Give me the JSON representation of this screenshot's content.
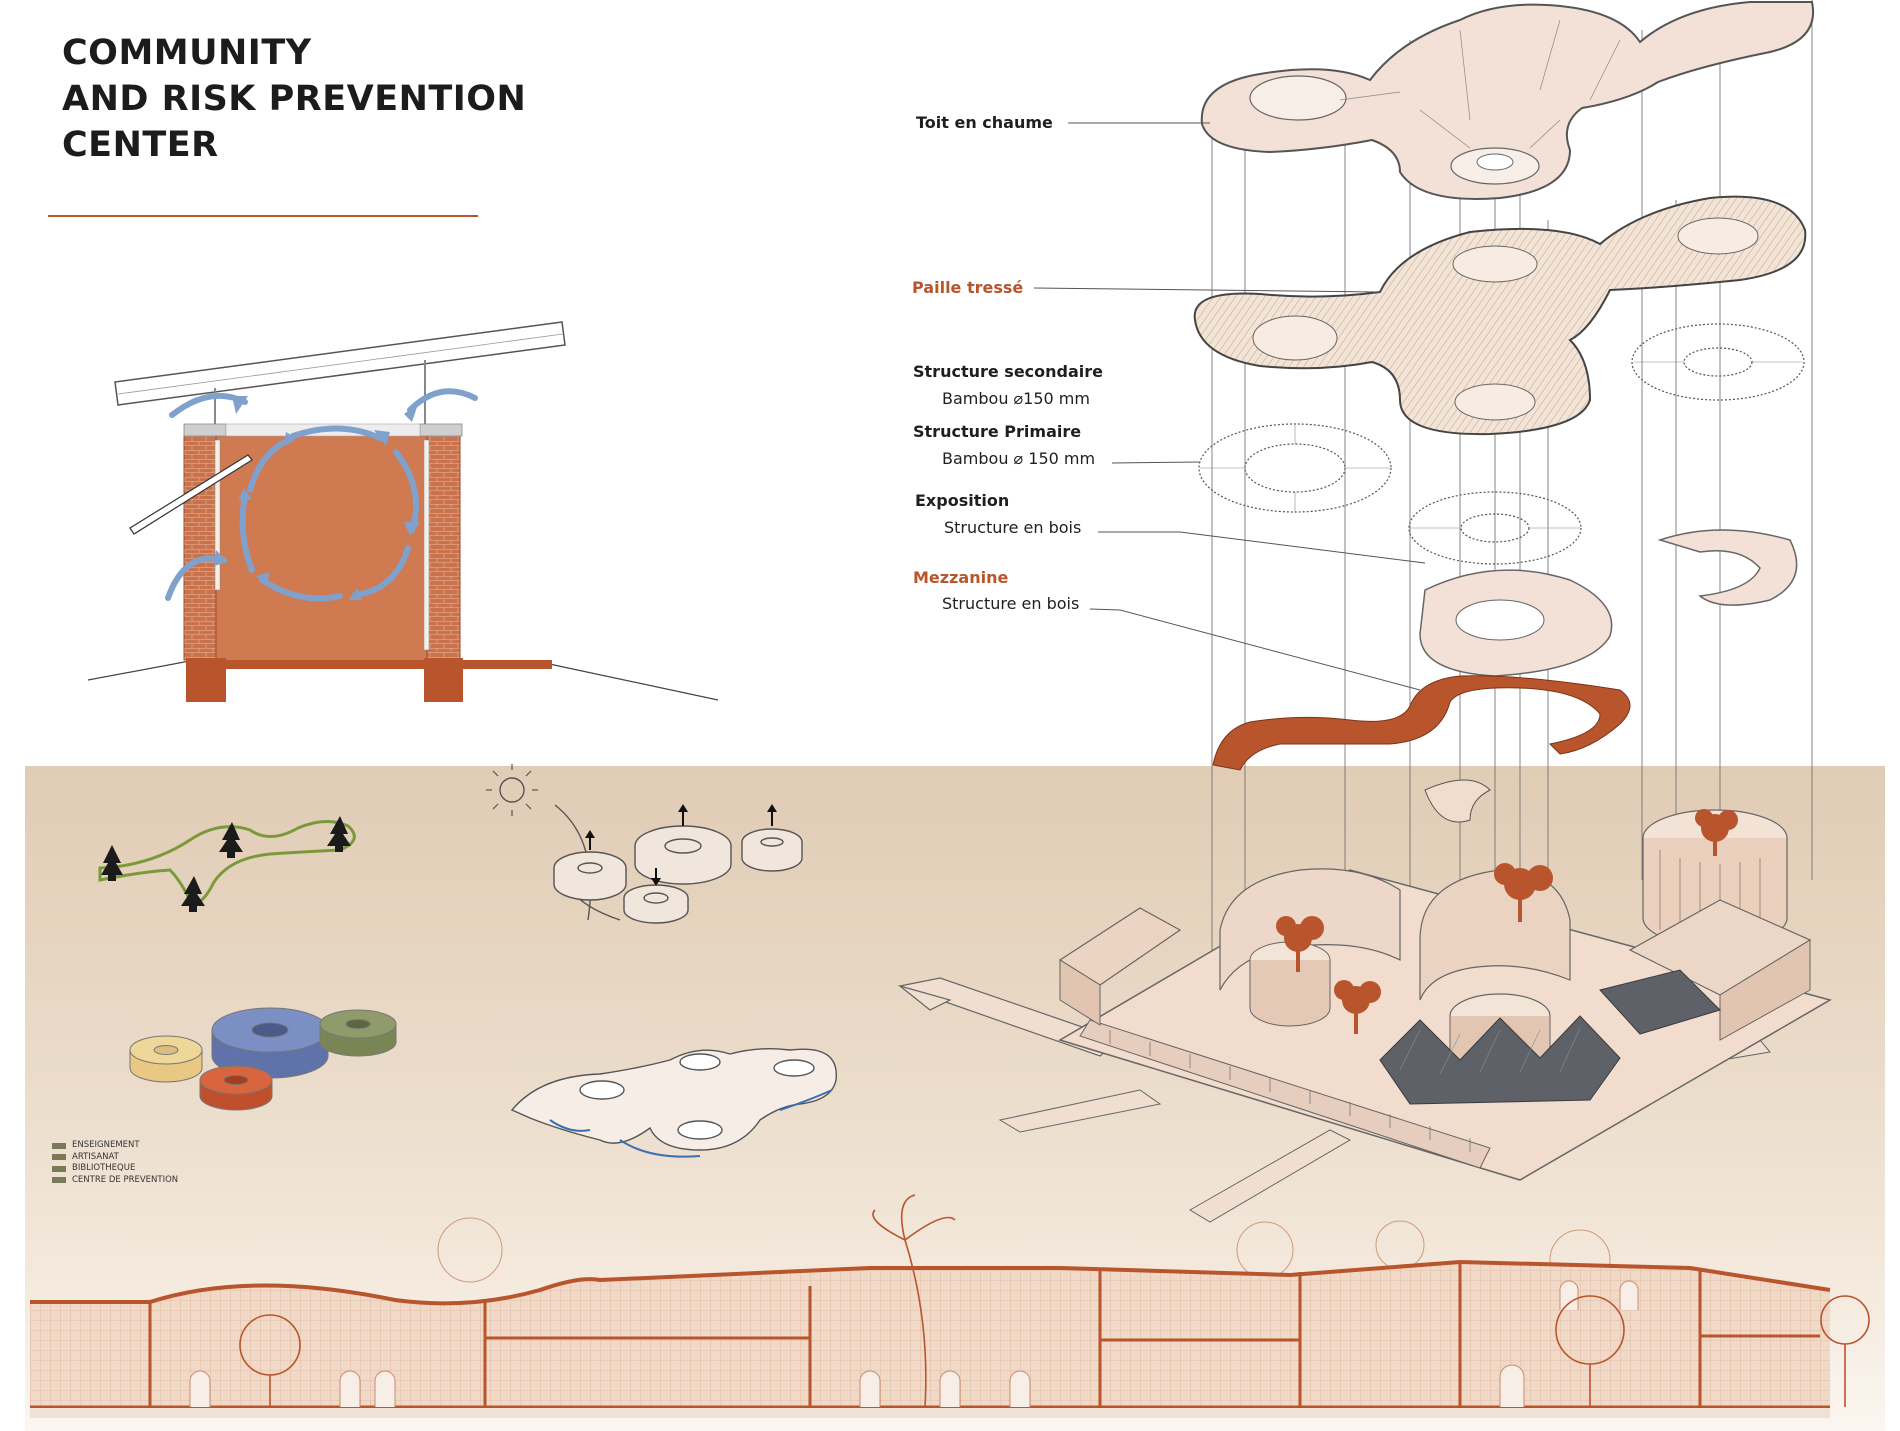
{
  "title": {
    "lines": [
      "COMMUNITY",
      "AND RISK PREVENTION",
      "CENTER"
    ]
  },
  "exploded_labels": {
    "toit": "Toit en chaume",
    "paille": "Paille tressé",
    "structure_secondaire": "Structure secondaire",
    "structure_secondaire_detail": "Bambou  ⌀150 mm",
    "structure_primaire": "Structure Primaire",
    "structure_primaire_detail": "Bambou  ⌀ 150 mm",
    "exposition": "Exposition",
    "exposition_detail": "Structure en bois",
    "mezzanine": "Mezzanine",
    "mezzanine_detail": "Structure en bois"
  },
  "legend": [
    "ENSEIGNEMENT",
    "ARTISANAT",
    "BIBLIOTHEQUE",
    "CENTRE DE PREVENTION"
  ],
  "colors": {
    "accent": "#b9552d",
    "brick": "#c9734e",
    "airflow": "#7fa1cc",
    "program_yellow": "#efd79a",
    "program_blue": "#7c8fc4",
    "program_green": "#8f9b6a",
    "program_red": "#d9653f"
  }
}
